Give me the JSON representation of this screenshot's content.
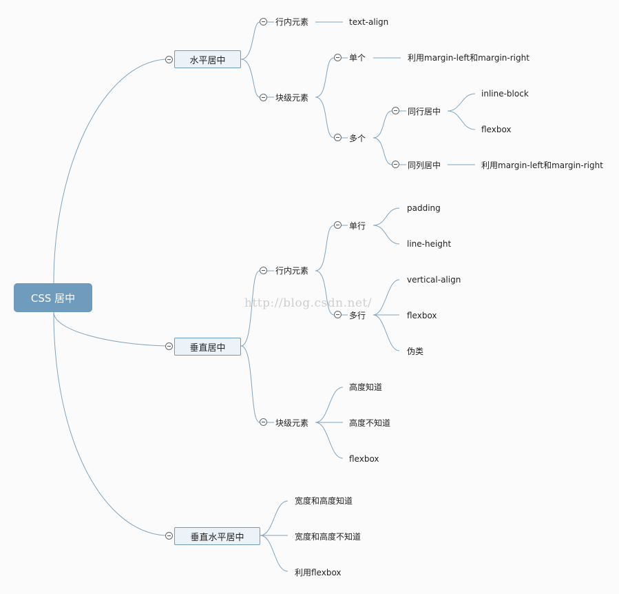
{
  "root": "CSS 居中",
  "watermark": "http://blog.csdn.net/",
  "branches": {
    "horizontal": {
      "label": "水平居中",
      "inline": {
        "label": "行内元素",
        "child": "text-align"
      },
      "block": {
        "label": "块级元素",
        "single": {
          "label": "单个",
          "child": "利用margin-left和margin-right"
        },
        "multi": {
          "label": "多个",
          "same_row": {
            "label": "同行居中",
            "children": [
              "inline-block",
              "flexbox"
            ]
          },
          "same_col": {
            "label": "同列居中",
            "child": "利用margin-left和margin-right"
          }
        }
      }
    },
    "vertical": {
      "label": "垂直居中",
      "inline": {
        "label": "行内元素",
        "single_line": {
          "label": "单行",
          "children": [
            "padding",
            "line-height"
          ]
        },
        "multi_line": {
          "label": "多行",
          "children": [
            "vertical-align",
            "flexbox",
            "伪类"
          ]
        }
      },
      "block": {
        "label": "块级元素",
        "children": [
          "高度知道",
          "高度不知道",
          "flexbox"
        ]
      }
    },
    "both": {
      "label": "垂直水平居中",
      "children": [
        "宽度和高度知道",
        "宽度和高度不知道",
        "利用flexbox"
      ]
    }
  },
  "colors": {
    "line": "#7ea3c0",
    "root_fill": "#6f9bbd",
    "topic_fill": "#ecf3f8"
  }
}
